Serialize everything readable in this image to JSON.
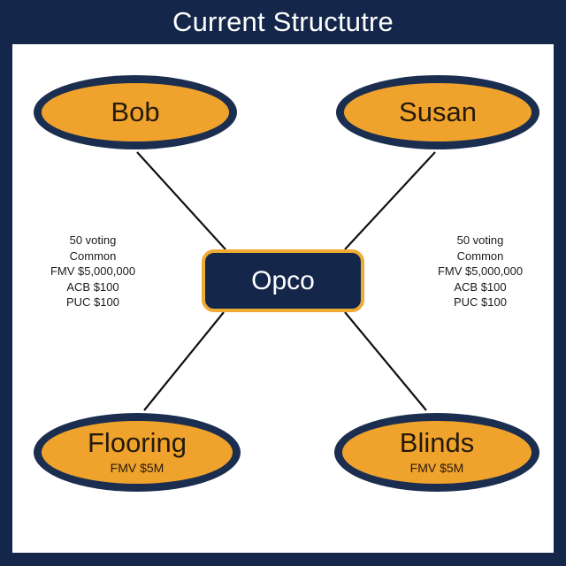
{
  "title": "Current Structutre",
  "colors": {
    "background_navy": "#14274a",
    "panel_white": "#ffffff",
    "node_orange": "#f0a32c",
    "node_border_navy": "#1b2e50",
    "center_border_gold": "#eeab33",
    "edge_line": "#111111",
    "title_text": "#ffffff",
    "node_text": "#241a0c"
  },
  "nodes": {
    "bob": {
      "label": "Bob"
    },
    "susan": {
      "label": "Susan"
    },
    "opco": {
      "label": "Opco"
    },
    "flooring": {
      "label": "Flooring",
      "sub": "FMV $5M"
    },
    "blinds": {
      "label": "Blinds",
      "sub": "FMV $5M"
    }
  },
  "annotations": {
    "left": {
      "lines": [
        "50 voting",
        "Common",
        "FMV $5,000,000",
        "ACB $100",
        "PUC $100"
      ]
    },
    "right": {
      "lines": [
        "50 voting",
        "Common",
        "FMV $5,000,000",
        "ACB $100",
        "PUC $100"
      ]
    }
  },
  "edges": [
    {
      "name": "bob-to-opco",
      "from": "bob",
      "to": "opco"
    },
    {
      "name": "susan-to-opco",
      "from": "susan",
      "to": "opco"
    },
    {
      "name": "opco-to-flooring",
      "from": "opco",
      "to": "flooring"
    },
    {
      "name": "opco-to-blinds",
      "from": "opco",
      "to": "blinds"
    }
  ]
}
